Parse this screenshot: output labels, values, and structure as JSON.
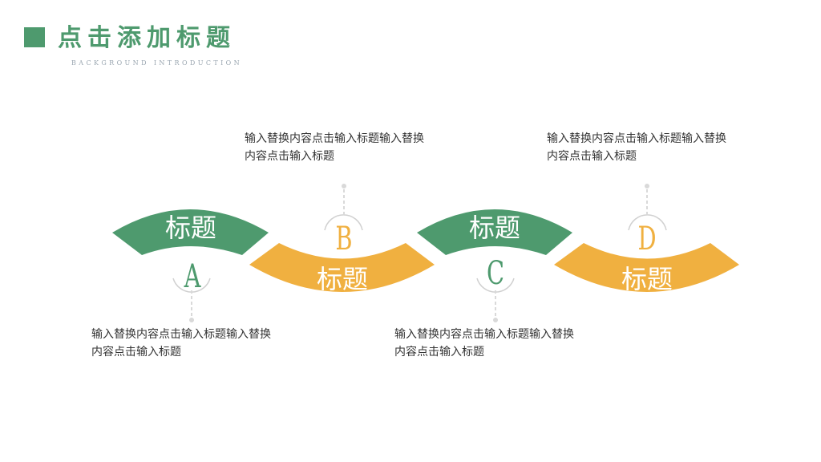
{
  "header": {
    "title": "点击添加标题",
    "subtitle": "BACKGROUND INTRODUCTION"
  },
  "colors": {
    "green": "#4e9a6e",
    "orange": "#f0b040",
    "connector": "#d9d9d9",
    "text": "#333333"
  },
  "steps": [
    {
      "letter": "A",
      "label": "标题",
      "color": "green",
      "desc_line1": "输入替换内容点击输入标题输入替换",
      "desc_line2": "内容点击输入标题"
    },
    {
      "letter": "B",
      "label": "标题",
      "color": "orange",
      "desc_line1": "输入替换内容点击输入标题输入替换",
      "desc_line2": "内容点击输入标题"
    },
    {
      "letter": "C",
      "label": "标题",
      "color": "green",
      "desc_line1": "输入替换内容点击输入标题输入替换",
      "desc_line2": "内容点击输入标题"
    },
    {
      "letter": "D",
      "label": "标题",
      "color": "orange",
      "desc_line1": "输入替换内容点击输入标题输入替换",
      "desc_line2": "内容点击输入标题"
    }
  ]
}
